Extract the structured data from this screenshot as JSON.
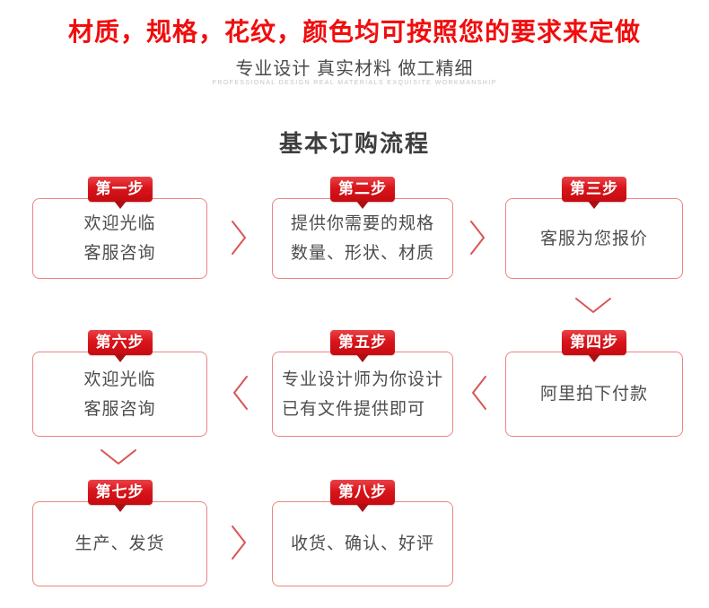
{
  "header": {
    "title": "材质，规格，花纹，颜色均可按照您的要求来定做",
    "subtitle": "专业设计 真实材料 做工精细",
    "caption_en": "PROFESSIONAL DESIGN REAL MATERIALS EXQUISITE WORKMANSHIP"
  },
  "section": {
    "title": "基本订购流程"
  },
  "flow": {
    "steps": [
      {
        "badge": "第一步",
        "lines": [
          "欢迎光临",
          "客服咨询"
        ]
      },
      {
        "badge": "第二步",
        "lines": [
          "提供你需要的规格",
          "数量、形状、材质"
        ]
      },
      {
        "badge": "第三步",
        "lines": [
          "客服为您报价"
        ]
      },
      {
        "badge": "第四步",
        "lines": [
          "阿里拍下付款"
        ]
      },
      {
        "badge": "第五步",
        "lines": [
          "专业设计师为你设计",
          "已有文件提供即可"
        ]
      },
      {
        "badge": "第六步",
        "lines": [
          "欢迎光临",
          "客服咨询"
        ]
      },
      {
        "badge": "第七步",
        "lines": [
          "生产、发货"
        ]
      },
      {
        "badge": "第八步",
        "lines": [
          "收货、确认、好评"
        ]
      }
    ]
  },
  "colors": {
    "title_red": "#f10d0d",
    "badge_red_top": "#eb4247",
    "badge_red_bottom": "#c50b11",
    "badge_tail": "#ab0f13",
    "box_border": "#ee8383",
    "chevron": "#d95555",
    "text_dark": "#4d4d4d",
    "caption_gray": "#c5c5c5"
  }
}
